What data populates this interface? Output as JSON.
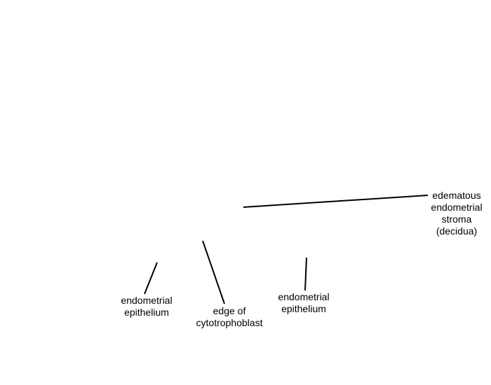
{
  "labels": {
    "stroma": [
      "edematous",
      "endometrial",
      "stroma",
      "(decidua)"
    ],
    "epithelium_left": [
      "endometrial",
      "epithelium"
    ],
    "cytotrophoblast": [
      "edge of",
      "cytotrophoblast"
    ],
    "epithelium_right": [
      "endometrial",
      "epithelium"
    ]
  },
  "colors": {
    "line": "#000000",
    "text": "#000000",
    "background": "#ffffff"
  }
}
